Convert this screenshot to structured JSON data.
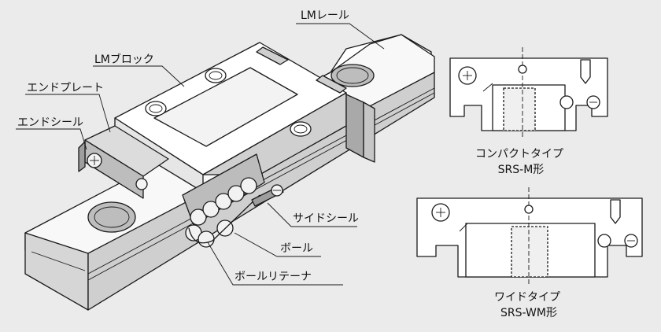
{
  "labels": {
    "lm_rail": "LMレール",
    "lm_block": "LMブロック",
    "end_plate": "エンドプレート",
    "end_seal": "エンドシール",
    "side_seal": "サイドシール",
    "ball": "ボール",
    "ball_retainer": "ボールリテーナ"
  },
  "captions": {
    "compact_line1": "コンパクトタイプ",
    "compact_line2": "SRS-M形",
    "wide_line1": "ワイドタイプ",
    "wide_line2": "SRS-WM形"
  },
  "colors": {
    "background": "#ebebeb",
    "face_light": "#ffffff",
    "face_mid": "#e4e4e4",
    "face_dark": "#c9c9c9",
    "outline": "#1a1a1a"
  }
}
